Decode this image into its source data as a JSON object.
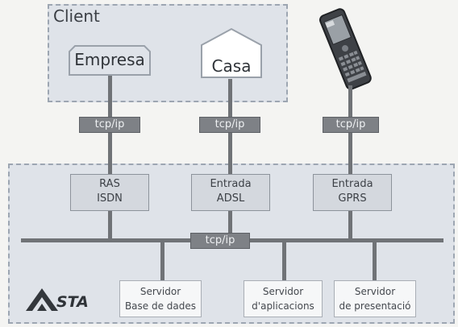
{
  "client": {
    "title": "Client"
  },
  "sites": [
    {
      "label": "Empresa",
      "icon": "office-building-icon"
    },
    {
      "label": "Casa",
      "icon": "house-icon"
    },
    {
      "icon": "pda-phone-icon"
    }
  ],
  "links": [
    "tcp/ip",
    "tcp/ip",
    "tcp/ip"
  ],
  "gateways": [
    {
      "line1": "RAS",
      "line2": "ISDN"
    },
    {
      "line1": "Entrada",
      "line2": "ADSL"
    },
    {
      "line1": "Entrada",
      "line2": "GPRS"
    }
  ],
  "backbone": {
    "label": "tcp/ip"
  },
  "servers": [
    {
      "line1": "Servidor",
      "line2": "Base de dades"
    },
    {
      "line1": "Servidor",
      "line2": "d'aplicacions"
    },
    {
      "line1": "Servidor",
      "line2": "de presentació"
    }
  ],
  "logo": {
    "text": "STA",
    "icon": "sta-logo-icon"
  },
  "colors": {
    "panel": "#dfe3e9",
    "border": "#9da6b2",
    "connector": "#707377",
    "tag": "#7e8186"
  }
}
